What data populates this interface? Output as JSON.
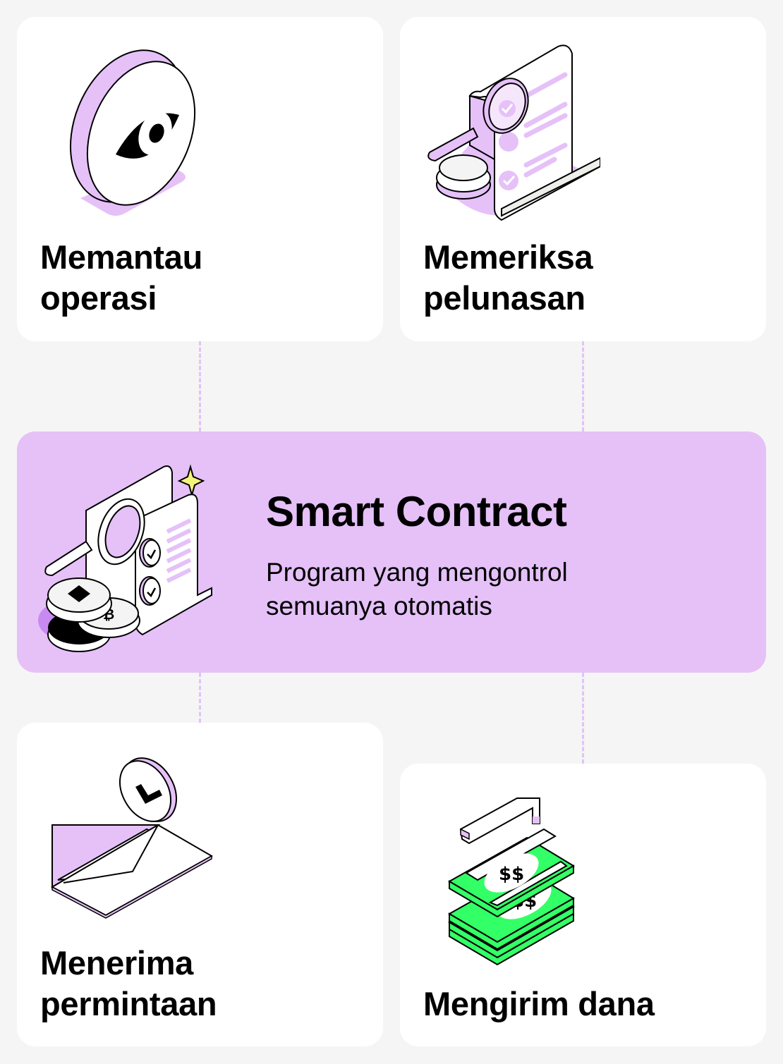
{
  "colors": {
    "background": "#f5f5f5",
    "card": "#ffffff",
    "accent_purple": "#e5c1f8",
    "connector": "#e2c2f7",
    "money_green": "#33ff66",
    "sparkle_yellow": "#f4f47a"
  },
  "cards": [
    {
      "id": "monitor",
      "title_line1": "Memantau",
      "title_line2": "operasi",
      "icon": "eye-coin-icon"
    },
    {
      "id": "verify",
      "title_line1": "Memeriksa",
      "title_line2": "pelunasan",
      "icon": "document-magnifier-coins-icon"
    },
    {
      "id": "receive",
      "title_line1": "Menerima",
      "title_line2": "permintaan",
      "icon": "envelope-clock-icon"
    },
    {
      "id": "send",
      "title_line1": "Mengirim dana",
      "title_line2": "",
      "icon": "money-stack-arrow-icon"
    }
  ],
  "center": {
    "title": "Smart Contract",
    "description_line1": "Program yang mengontrol",
    "description_line2": "semuanya otomatis",
    "icon": "smart-contract-documents-icon"
  }
}
